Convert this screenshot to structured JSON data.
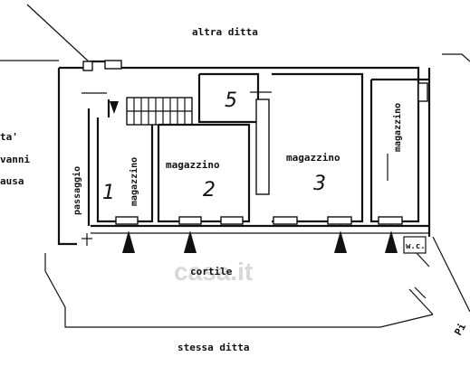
{
  "labels": {
    "top_neighbor": "altra ditta",
    "bottom_neighbor": "stessa ditta",
    "left_fragment_1": "ta'",
    "left_fragment_2": "vanni",
    "left_fragment_3": "ausa",
    "passage": "passaggio",
    "courtyard": "cortile",
    "wc": "w.c.",
    "corner_fragment": "Pi"
  },
  "rooms": [
    {
      "name": "magazzino",
      "number": "1"
    },
    {
      "name": "magazzino",
      "number": "2"
    },
    {
      "name": "magazzino",
      "number": "3"
    },
    {
      "name": "magazzino",
      "number": ""
    }
  ],
  "small_room_number": "5",
  "watermark": "casa.it"
}
